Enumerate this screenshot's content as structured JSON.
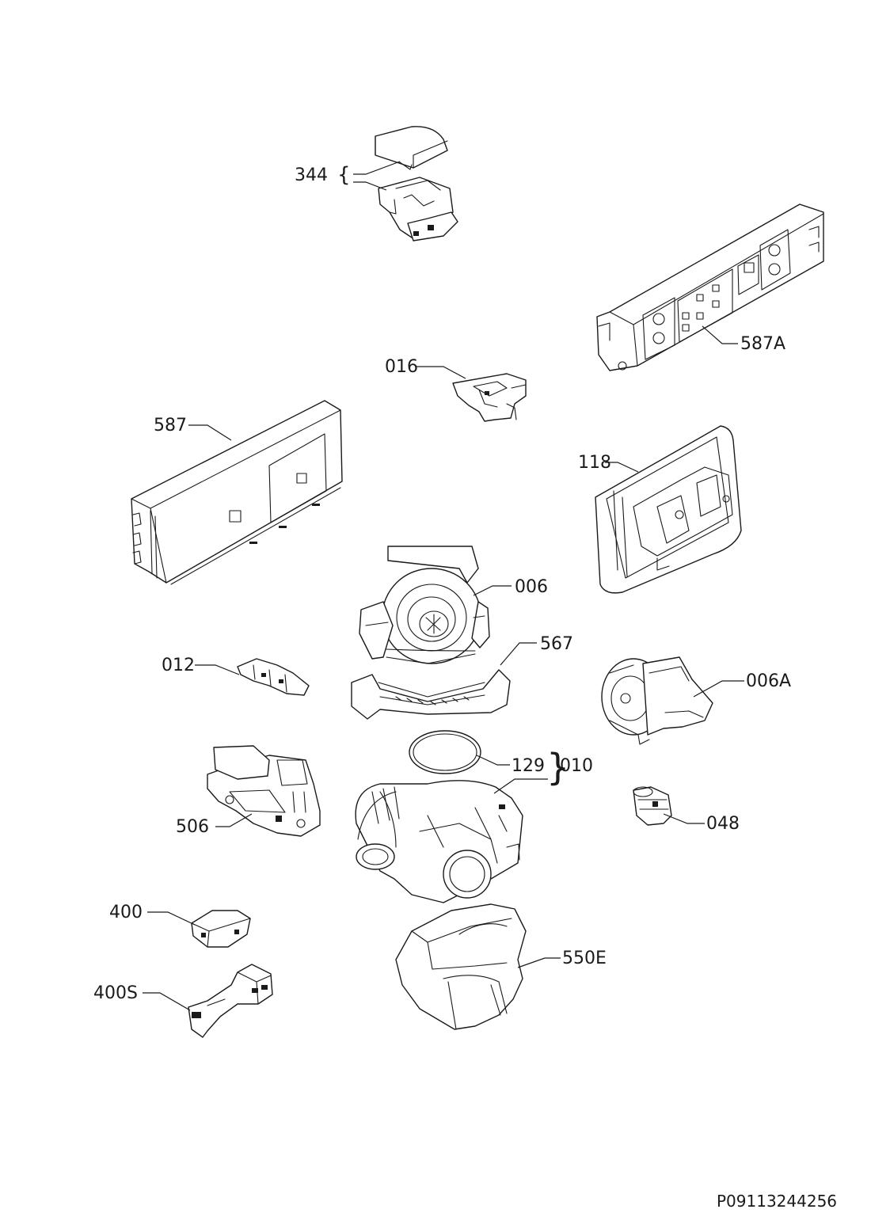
{
  "callouts": {
    "c344": "344",
    "c587A": "587A",
    "c016": "016",
    "c587": "587",
    "c118": "118",
    "c006": "006",
    "c567": "567",
    "c012": "012",
    "c006A": "006A",
    "c129": "129",
    "c010": "010",
    "c506": "506",
    "c048": "048",
    "c400": "400",
    "c550E": "550E",
    "c400S": "400S"
  },
  "braces": {
    "open": "{",
    "close": "}"
  },
  "drawing_ref": "P09113244256"
}
